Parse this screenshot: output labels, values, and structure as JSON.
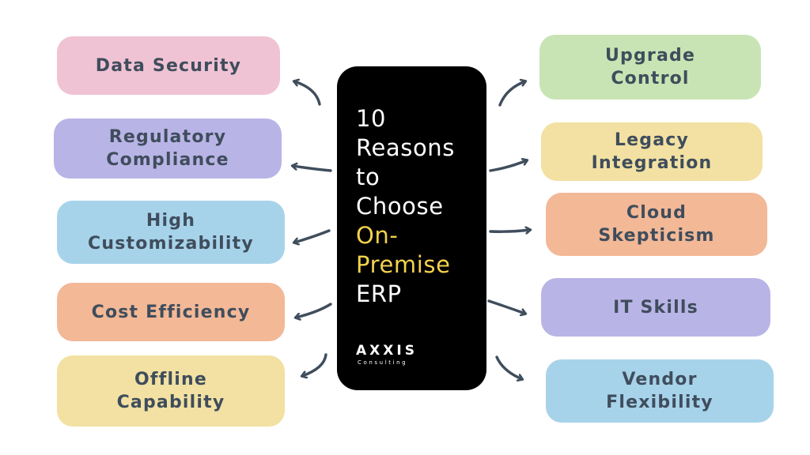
{
  "center": {
    "title_lines": [
      "10",
      "Reasons",
      "to",
      "Choose"
    ],
    "highlight_lines": [
      "On-",
      "Premise"
    ],
    "last_line": "ERP",
    "brand": "AXXIS",
    "brand_sub": "Consulting"
  },
  "cards": [
    {
      "lines": [
        "Data Security"
      ],
      "color": "#f0c3d4"
    },
    {
      "lines": [
        "Regulatory",
        "Compliance"
      ],
      "color": "#b9b4e6"
    },
    {
      "lines": [
        "High",
        "Customizability"
      ],
      "color": "#a7d3ea"
    },
    {
      "lines": [
        "Cost Efficiency"
      ],
      "color": "#f3b896"
    },
    {
      "lines": [
        "Offline",
        "Capability"
      ],
      "color": "#f2e1a2"
    },
    {
      "lines": [
        "Upgrade",
        "Control"
      ],
      "color": "#c9e4b4"
    },
    {
      "lines": [
        "Legacy",
        "Integration"
      ],
      "color": "#f2e1a2"
    },
    {
      "lines": [
        "Cloud",
        "Skepticism"
      ],
      "color": "#f3b896"
    },
    {
      "lines": [
        "IT Skills"
      ],
      "color": "#b9b4e6"
    },
    {
      "lines": [
        "Vendor",
        "Flexibility"
      ],
      "color": "#a7d3ea"
    }
  ],
  "colors": {
    "card_text": "#3f4d5c",
    "arrow": "#3f4d5c",
    "panel": "#000000",
    "highlight": "#f3d24e"
  }
}
